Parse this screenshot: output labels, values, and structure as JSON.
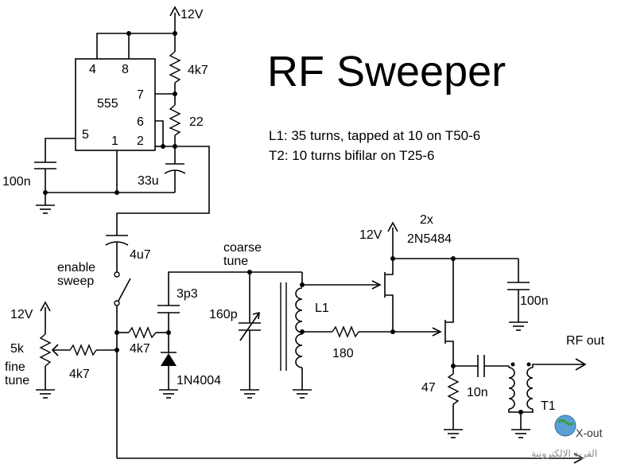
{
  "title": "RF Sweeper",
  "notes": {
    "l1": "L1: 35 turns, tapped at 10 on T50-6",
    "t2": "T2: 10 turns bifilar on T25-6"
  },
  "supply": {
    "top": "12V",
    "left": "12V",
    "fet": "12V"
  },
  "ic": {
    "name": "555",
    "pins": [
      "4",
      "8",
      "7",
      "6",
      "5",
      "1",
      "2"
    ]
  },
  "components": {
    "r_4k7_top": "4k7",
    "r_22": "22",
    "c_100n_left": "100n",
    "c_33u": "33u",
    "c_4u7": "4u7",
    "switch_label_1": "enable",
    "switch_label_2": "sweep",
    "pot_5k": "5k",
    "fine_1": "fine",
    "fine_2": "tune",
    "r_4k7_pot": "4k7",
    "r_4k7_diode": "4k7",
    "c_3p3": "3p3",
    "diode": "1N4004",
    "coarse_1": "coarse",
    "coarse_2": "tune",
    "c_160p": "160p",
    "l1": "L1",
    "r_180": "180",
    "fet_count": "2x",
    "fet_part": "2N5484",
    "c_100n_right": "100n",
    "r_47": "47",
    "c_10n": "10n",
    "t1": "T1",
    "rf_out": "RF out"
  },
  "watermark": {
    "text": "X-out",
    "arabic": "القرية الالكترونية"
  }
}
